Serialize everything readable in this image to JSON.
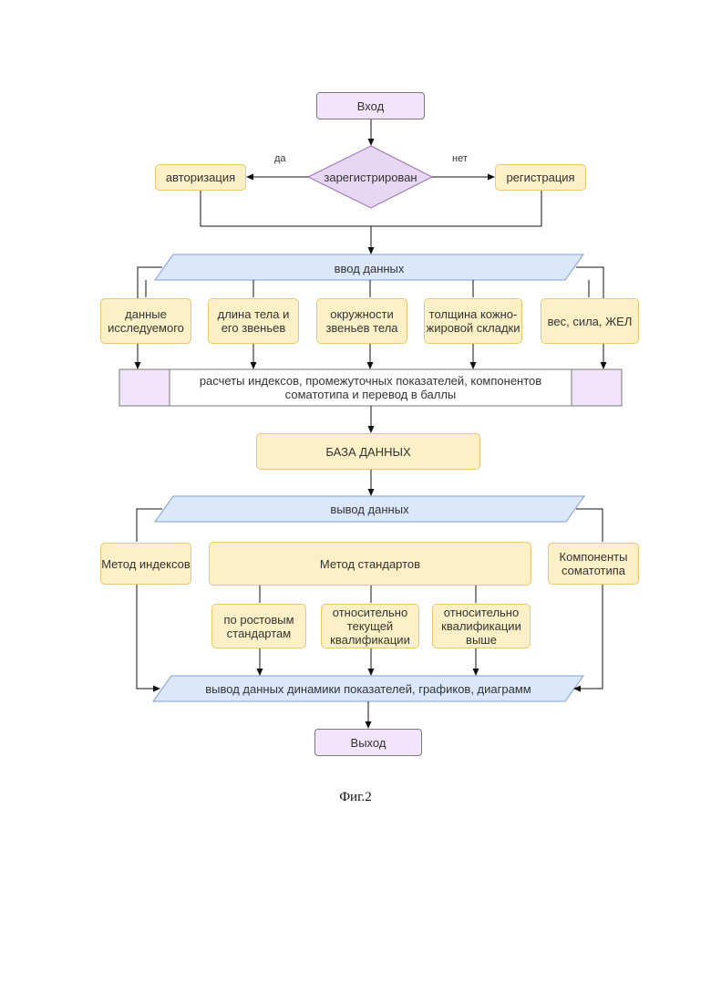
{
  "nodes": {
    "start": "Вход",
    "registered": "зарегистрирован",
    "yes": "да",
    "no": "нет",
    "authorization": "авторизация",
    "registration": "регистрация",
    "data_input": "ввод данных",
    "inputs": [
      "данные исследуемого",
      "длина тела и его звеньев",
      "окружности звеньев тела",
      "толщина кожно-жировой складки",
      "вес, сила, ЖЕЛ"
    ],
    "calculations": "расчеты индексов, промежуточных показателей, компонентов соматотипа и перевод в баллы",
    "database": "БАЗА ДАННЫХ",
    "data_output": "вывод данных",
    "index_method": "Метод индексов",
    "standards_method": "Метод стандартов",
    "somatotype_components": "Компоненты соматотипа",
    "standards": [
      "по ростовым стандартам",
      "относительно текущей квалификации",
      "относительно квалификации выше"
    ],
    "dynamics_output": "вывод данных динамики показателей, графиков, диаграмм",
    "end": "Выход"
  },
  "caption": "Фиг.2",
  "colors": {
    "terminal": "#f1e4fb",
    "process": "#fdf0c6",
    "process_border": "#e8c870",
    "io": "#dbe8fb",
    "io_border": "#7d9fd0",
    "decision": "#e7d7f3",
    "lines": "#111111"
  }
}
